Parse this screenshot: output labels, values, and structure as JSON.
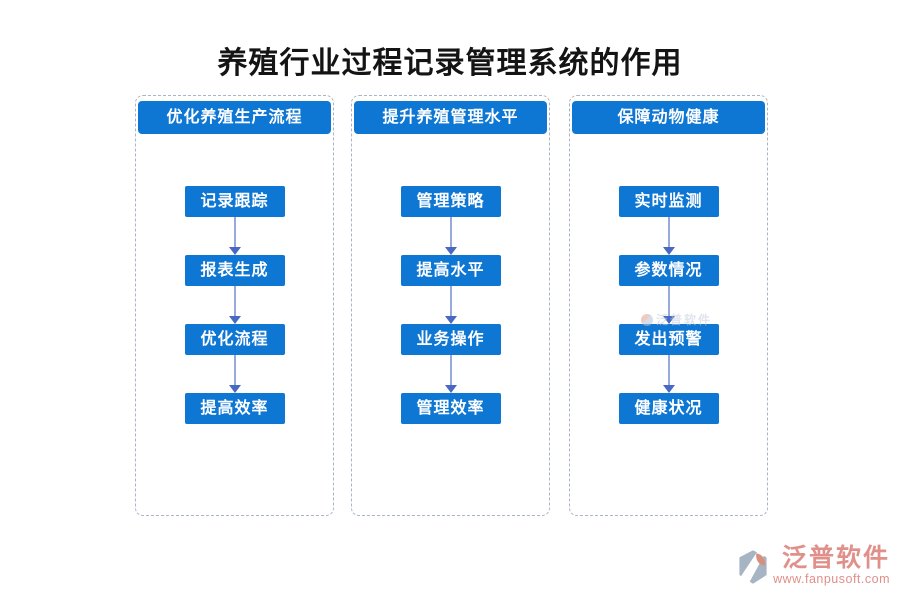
{
  "title": "养殖行业过程记录管理系统的作用",
  "columns": [
    {
      "header": "优化养殖生产流程",
      "items": [
        "记录跟踪",
        "报表生成",
        "优化流程",
        "提高效率"
      ]
    },
    {
      "header": "提升养殖管理水平",
      "items": [
        "管理策略",
        "提高水平",
        "业务操作",
        "管理效率"
      ]
    },
    {
      "header": "保障动物健康",
      "items": [
        "实时监测",
        "参数情况",
        "发出预警",
        "健康状况"
      ]
    }
  ],
  "watermark": {
    "text": "泛普软件"
  },
  "brand": {
    "name": "泛普软件",
    "url": "www.fanpusoft.com"
  },
  "colors": {
    "node_blue": "#0e76d3",
    "arrow_shaft": "#96a9dd",
    "arrow_head": "#4868c3",
    "dashed_border": "#a9b4c6",
    "brand_salmon": "#e0908a"
  }
}
